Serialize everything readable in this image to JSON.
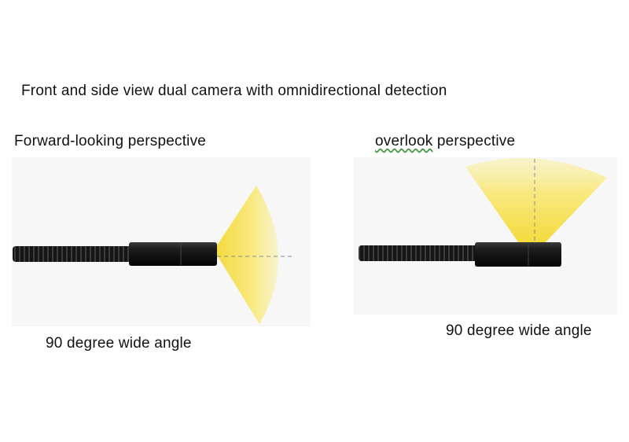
{
  "title": "Front and side view dual camera with omnidirectional detection",
  "left_panel": {
    "heading": "Forward-looking perspective",
    "caption": "90 degree wide angle"
  },
  "right_panel": {
    "heading_word": "overlook",
    "heading_rest": " perspective",
    "caption": "90 degree wide angle"
  },
  "colors": {
    "light_beam": "#f7e25a",
    "cable": "#1a1a1a",
    "camera_head": "#0d0d0d"
  }
}
